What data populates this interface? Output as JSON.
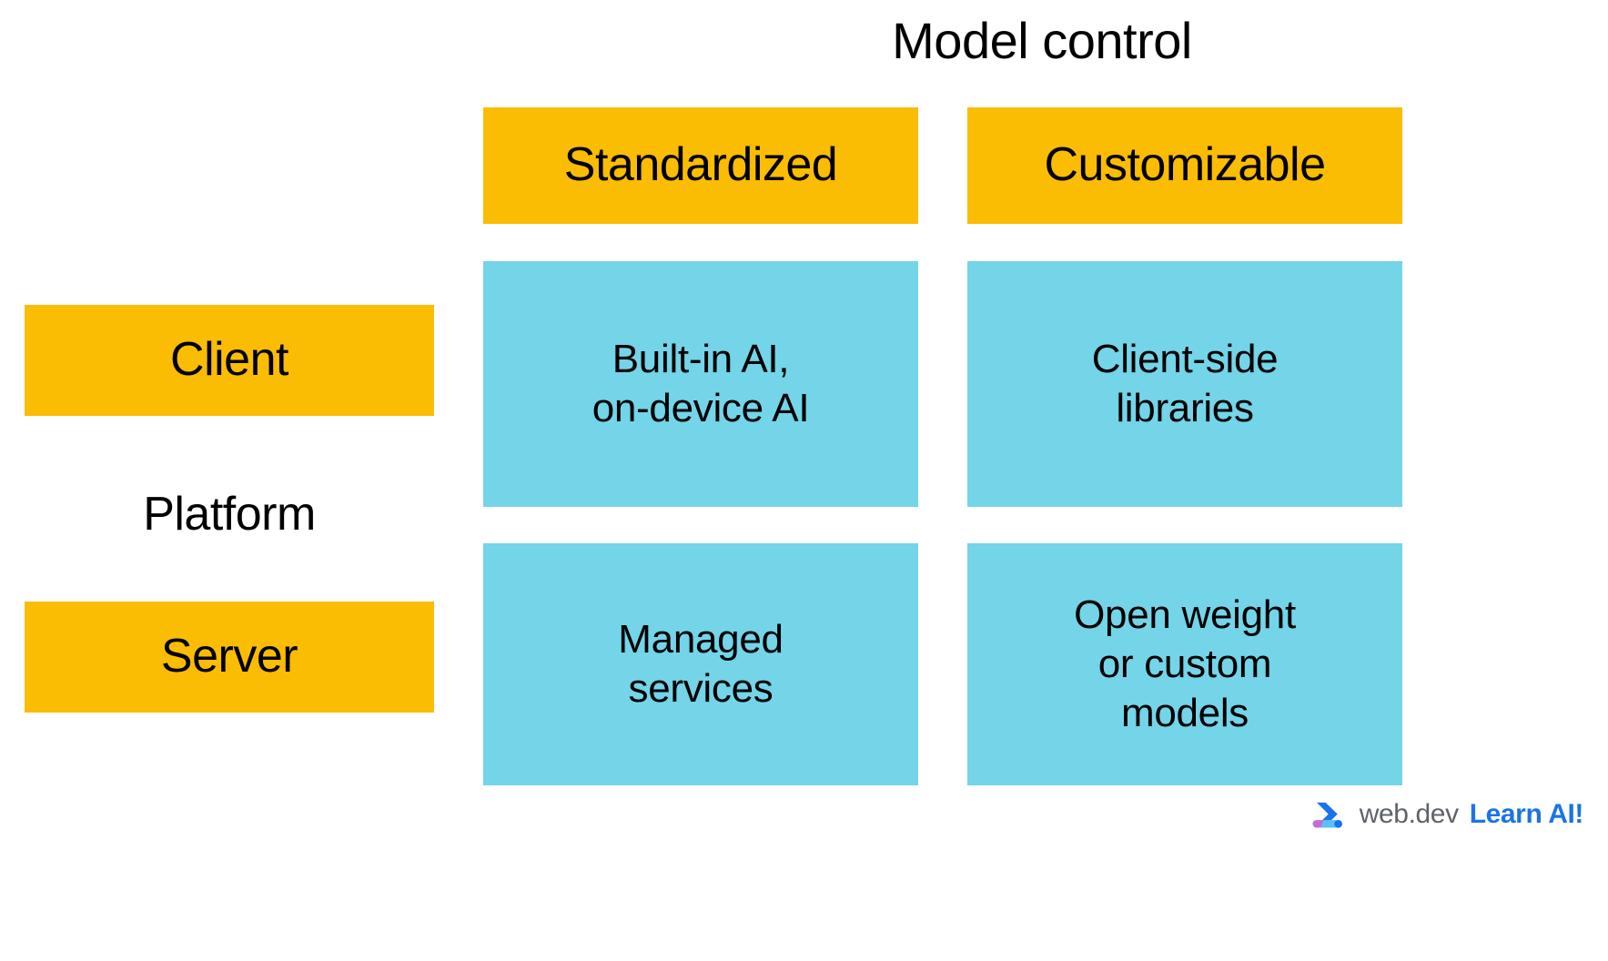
{
  "title": "Model control",
  "colors": {
    "header_yellow": "#FBBC04",
    "cell_cyan": "#74D4E8",
    "text_black": "#000000",
    "background": "#FFFFFF",
    "logo_gray": "#5F6368",
    "logo_blue": "#1A73E8",
    "tagline_blue": "#1A73E8",
    "logo_purple": "#C26DD8",
    "logo_lightblue": "#5BC0F8"
  },
  "axes": {
    "column_axis_label": "Model control",
    "row_axis_label": "Platform"
  },
  "columns": [
    {
      "label": "Standardized"
    },
    {
      "label": "Customizable"
    }
  ],
  "rows": [
    {
      "label": "Client"
    },
    {
      "label": "Server"
    }
  ],
  "cells": [
    {
      "row": "Client",
      "column": "Standardized",
      "text": "Built-in AI,\non-device AI"
    },
    {
      "row": "Client",
      "column": "Customizable",
      "text": "Client-side\nlibraries"
    },
    {
      "row": "Server",
      "column": "Standardized",
      "text": "Managed\nservices"
    },
    {
      "row": "Server",
      "column": "Customizable",
      "text": "Open weight\nor custom\nmodels"
    }
  ],
  "footer": {
    "logo_icon": "webdev-chevron-logo",
    "wordmark": "web.dev",
    "tagline": "Learn AI!"
  }
}
